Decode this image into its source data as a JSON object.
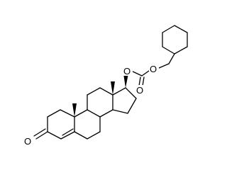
{
  "molecule": {
    "atoms": {
      "ketone_oxygen": "O",
      "ester_oxygen": "O",
      "ether_oxygen": "O",
      "carbonyl_oxygen": "O"
    }
  }
}
